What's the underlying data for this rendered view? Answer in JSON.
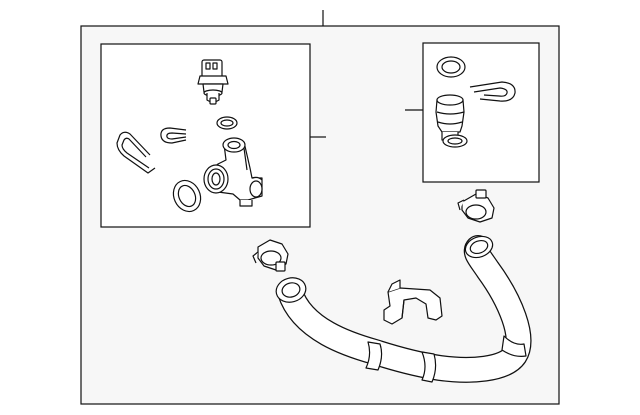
{
  "diagram": {
    "kind": "exploded parts diagram",
    "callout_labels": [],
    "colors": {
      "panel_fill": "#f7f7f7",
      "inset_fill": "#ffffff",
      "line": "#111111",
      "part_fill": "#ffffff"
    },
    "parts": [
      {
        "id": "temperature-sensor",
        "icon": "sensor-icon"
      },
      {
        "id": "retaining-clip-small",
        "icon": "clip-icon"
      },
      {
        "id": "o-ring-small",
        "icon": "o-ring-icon"
      },
      {
        "id": "spring-clip-left",
        "icon": "clip-icon"
      },
      {
        "id": "o-ring-large",
        "icon": "o-ring-icon"
      },
      {
        "id": "thermostat-housing",
        "icon": "housing-icon"
      },
      {
        "id": "o-ring-right",
        "icon": "o-ring-icon"
      },
      {
        "id": "spring-clip-right",
        "icon": "clip-icon"
      },
      {
        "id": "quick-connector",
        "icon": "connector-icon"
      },
      {
        "id": "hose-clamp-left",
        "icon": "clamp-icon"
      },
      {
        "id": "hose-clamp-right",
        "icon": "clamp-icon"
      },
      {
        "id": "hose-bracket",
        "icon": "bracket-icon"
      },
      {
        "id": "coolant-hose",
        "icon": "hose-icon"
      }
    ]
  }
}
